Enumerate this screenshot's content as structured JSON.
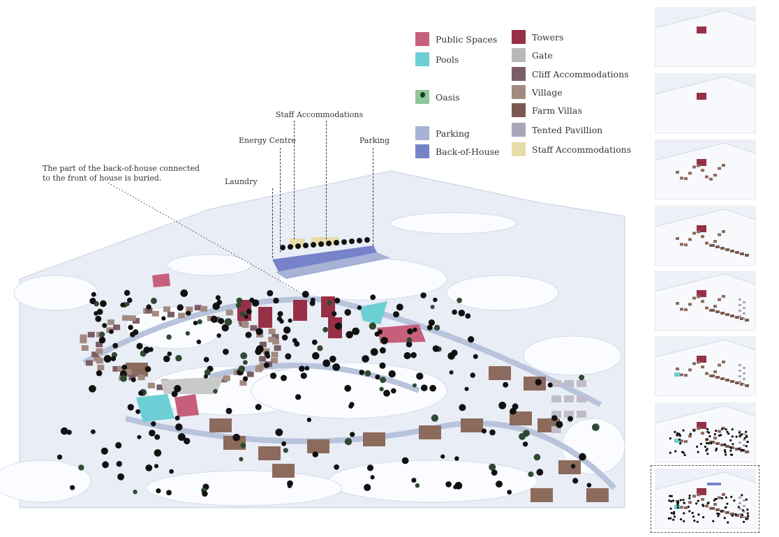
{
  "annotations": {
    "buried_note": "The part of the back-of-house connected to the front of house is buried.",
    "laundry": "Laundry",
    "energy_centre": "Energy Centre",
    "staff_accommodations": "Staff Accommodations",
    "parking": "Parking"
  },
  "legend": [
    {
      "label": "Public Spaces",
      "color": "#c65f7c"
    },
    {
      "label": "Pools",
      "color": "#6dcfd6"
    },
    {
      "label": "Oasis",
      "color": "#8fc79a"
    },
    {
      "label": "Parking",
      "color": "#a8b2d6"
    },
    {
      "label": "Back-of-House",
      "color": "#7683c9"
    },
    {
      "label": "Towers",
      "color": "#973047"
    },
    {
      "label": "Gate",
      "color": "#b9b9b9"
    },
    {
      "label": "Cliff Accommodations",
      "color": "#7a5e66"
    },
    {
      "label": "Village",
      "color": "#a38a80"
    },
    {
      "label": "Farm Villas",
      "color": "#7a5a50"
    },
    {
      "label": "Tented Pavillion",
      "color": "#aaa6b8"
    },
    {
      "label": "Staff Accommodations",
      "color": "#e6dcaa"
    }
  ]
}
